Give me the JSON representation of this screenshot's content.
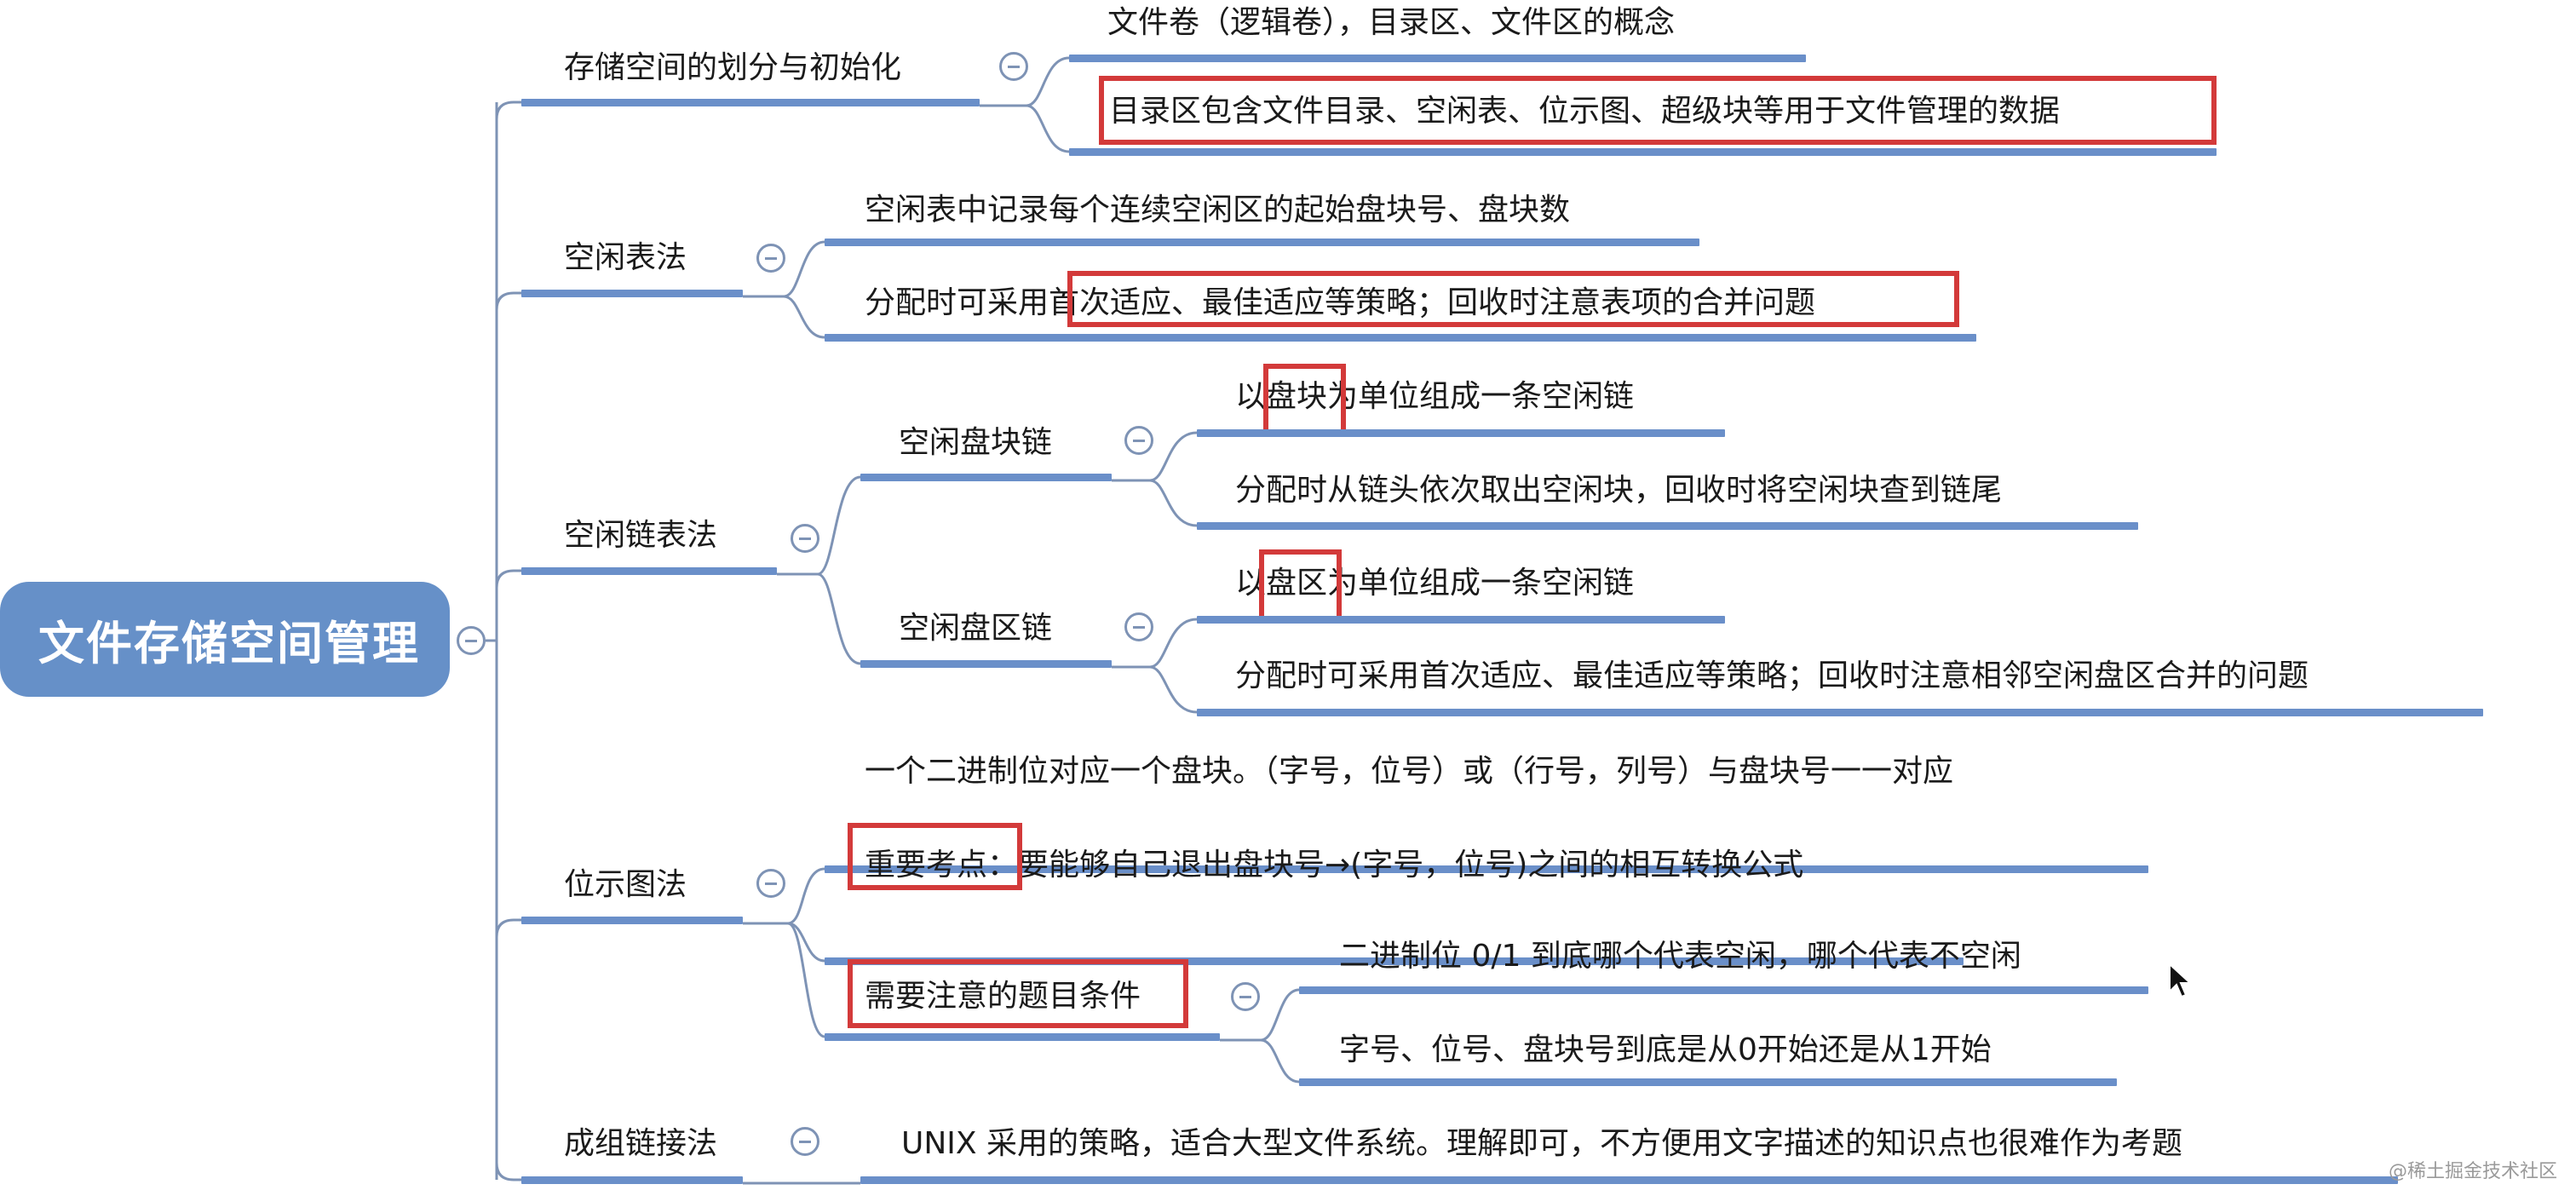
{
  "mindmap": {
    "root": {
      "label": "文件存储空间管理"
    },
    "branches": [
      {
        "label": "存储空间的划分与初始化",
        "children": [
          {
            "label": "文件卷（逻辑卷），目录区、文件区的概念"
          },
          {
            "label": "目录区包含文件目录、空闲表、位示图、超级块等用于文件管理的数据",
            "highlight": "whole"
          }
        ]
      },
      {
        "label": "空闲表法",
        "children": [
          {
            "label": "空闲表中记录每个连续空闲区的起始盘块号、盘块数"
          },
          {
            "label_prefix": "分配时可采用",
            "label_highlight": "首次适应、最佳适应等策略；回收时注意表项的合并问题"
          }
        ]
      },
      {
        "label": "空闲链表法",
        "children": [
          {
            "label": "空闲盘块链",
            "children": [
              {
                "label_prefix": "以",
                "label_highlight": "盘块",
                "label_suffix": "为单位组成一条空闲链"
              },
              {
                "label": "分配时从链头依次取出空闲块，回收时将空闲块查到链尾"
              }
            ]
          },
          {
            "label": "空闲盘区链",
            "children": [
              {
                "label_prefix": "以",
                "label_highlight": "盘区",
                "label_suffix": "为单位组成一条空闲链"
              },
              {
                "label": "分配时可采用首次适应、最佳适应等策略；回收时注意相邻空闲盘区合并的问题"
              }
            ]
          }
        ]
      },
      {
        "label": "位示图法",
        "children": [
          {
            "label": "一个二进制位对应一个盘块。（字号，位号）或（行号，列号）与盘块号一一对应"
          },
          {
            "label_highlight": "重要考点：",
            "label_suffix": "要能够自己退出盘块号→(字号，位号)之间的相互转换公式"
          },
          {
            "label": "需要注意的题目条件",
            "highlight": "whole",
            "children": [
              {
                "label": "二进制位 0/1 到底哪个代表空闲，哪个代表不空闲"
              },
              {
                "label": "字号、位号、盘块号到底是从0开始还是从1开始"
              }
            ]
          }
        ]
      },
      {
        "label": "成组链接法",
        "children": [
          {
            "label": "UNIX 采用的策略，适合大型文件系统。理解即可，不方便用文字描述的知识点也很难作为考题"
          }
        ]
      }
    ]
  },
  "icons": {
    "toggle": "collapse-minus-icon",
    "cursor": "mouse-pointer-icon"
  },
  "colors": {
    "root_fill": "#6690C8",
    "branch_line": "#6A8FC9",
    "connector": "#7E93B5",
    "highlight_box": "#D33A3A"
  },
  "watermark": "@稀土掘金技术社区"
}
